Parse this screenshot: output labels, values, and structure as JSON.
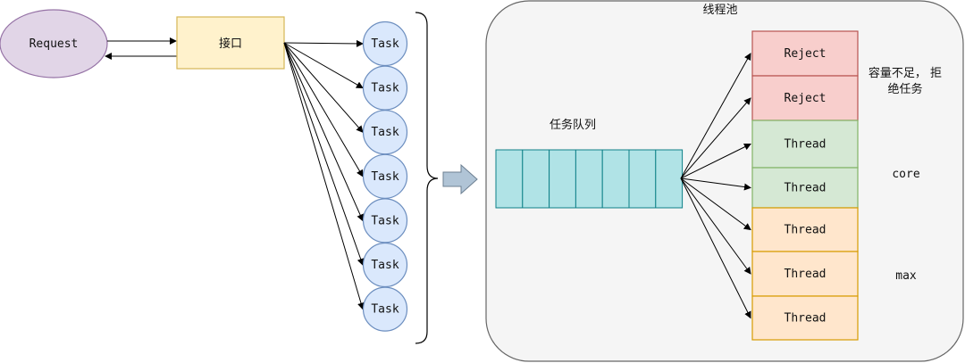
{
  "diagram": {
    "request": {
      "label": "Request"
    },
    "api": {
      "label": "接口"
    },
    "tasks": [
      "Task",
      "Task",
      "Task",
      "Task",
      "Task",
      "Task",
      "Task"
    ],
    "pool": {
      "title": "线程池",
      "queue_label": "任务队列",
      "queue_cells": 7,
      "reject_rows": [
        "Reject",
        "Reject"
      ],
      "core_threads": [
        "Thread",
        "Thread"
      ],
      "max_threads": [
        "Thread",
        "Thread",
        "Thread"
      ],
      "reject_note": "容量不足，拒绝任务",
      "core_label": "core",
      "max_label": "max"
    },
    "colors": {
      "request_fill": "#e1d5e7",
      "request_stroke": "#9673a6",
      "api_fill": "#fff2cc",
      "api_stroke": "#d6b656",
      "task_fill": "#dae8fc",
      "task_stroke": "#6c8ebf",
      "pool_fill": "#f5f5f5",
      "pool_stroke": "#666666",
      "queue_fill": "#b0e3e6",
      "queue_stroke": "#0e8088",
      "reject_fill": "#f8cecc",
      "reject_stroke": "#b85450",
      "core_fill": "#d5e8d4",
      "core_stroke": "#82b366",
      "max_fill": "#ffe6cc",
      "max_stroke": "#d79b00"
    }
  }
}
